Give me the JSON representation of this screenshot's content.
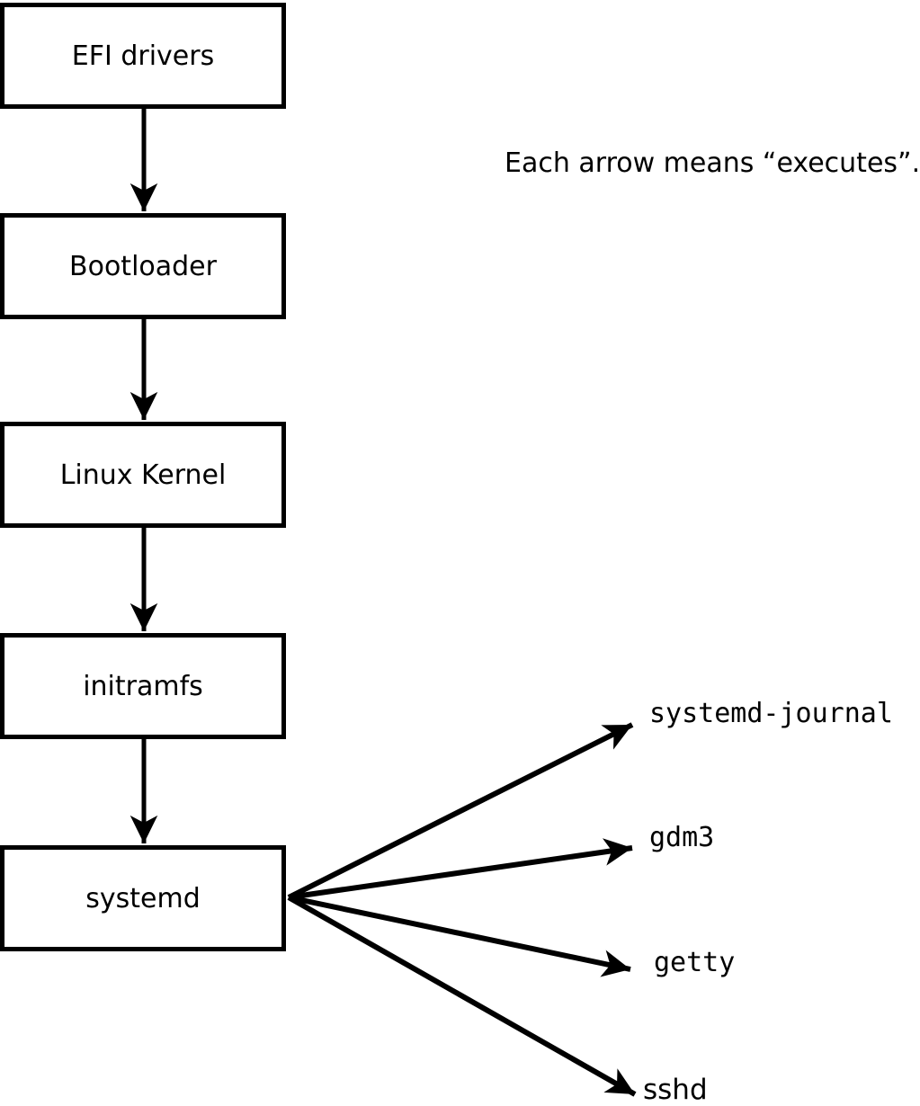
{
  "diagram": {
    "note": "Each arrow means “executes”.",
    "boot_chain": [
      {
        "label": "EFI drivers"
      },
      {
        "label": "Bootloader"
      },
      {
        "label": "Linux Kernel"
      },
      {
        "label": "initramfs"
      },
      {
        "label": "systemd"
      }
    ],
    "spawned": [
      {
        "label": "systemd-journal"
      },
      {
        "label": "gdm3"
      },
      {
        "label": "getty"
      },
      {
        "label": "sshd"
      }
    ],
    "colors": {
      "stroke": "#000000",
      "box_fill": "#ffffff",
      "background": "#ffffff",
      "text": "#000000"
    }
  }
}
